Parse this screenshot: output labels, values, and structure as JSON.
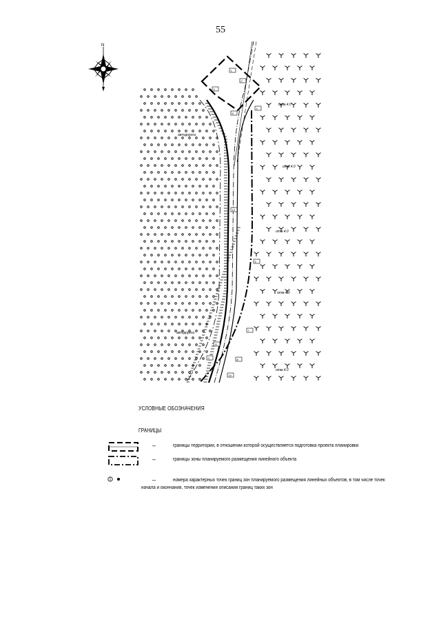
{
  "page": {
    "number": "55"
  },
  "compass": {
    "north_label": "N",
    "icon": "compass-rose-icon"
  },
  "map": {
    "elevation_labels": [
      "отм.4.0",
      "отм.4.0",
      "отм.4.0",
      "отм.4.0",
      "отм.4.0"
    ],
    "road_labels": [
      "автодорога",
      "автодорога"
    ],
    "point_numbers": [
      "1",
      "2",
      "3",
      "4",
      "5",
      "6",
      "7",
      "8",
      "9",
      "10",
      "11",
      "12"
    ]
  },
  "legend": {
    "title": "УСЛОВНЫЕ ОБОЗНАЧЕНИЯ",
    "subtitle": "ГРАНИЦЫ",
    "dash": "–",
    "items": [
      {
        "symbol": "territory-boundary-symbol",
        "text": "границы территории, в отношении которой осуществляется подготовка проекта планировки"
      },
      {
        "symbol": "zone-boundary-symbol",
        "text": "границы зоны планируемого размещения линейного объекта"
      },
      {
        "symbol": "point-marker-symbol",
        "symbol_number": "1",
        "text_line1": "номера характерных точек границ зон планируемого размещения линейных объектов, в том числе точек",
        "text_line2": "начала и окончания, точек изменения описания границ таких зон"
      }
    ]
  }
}
